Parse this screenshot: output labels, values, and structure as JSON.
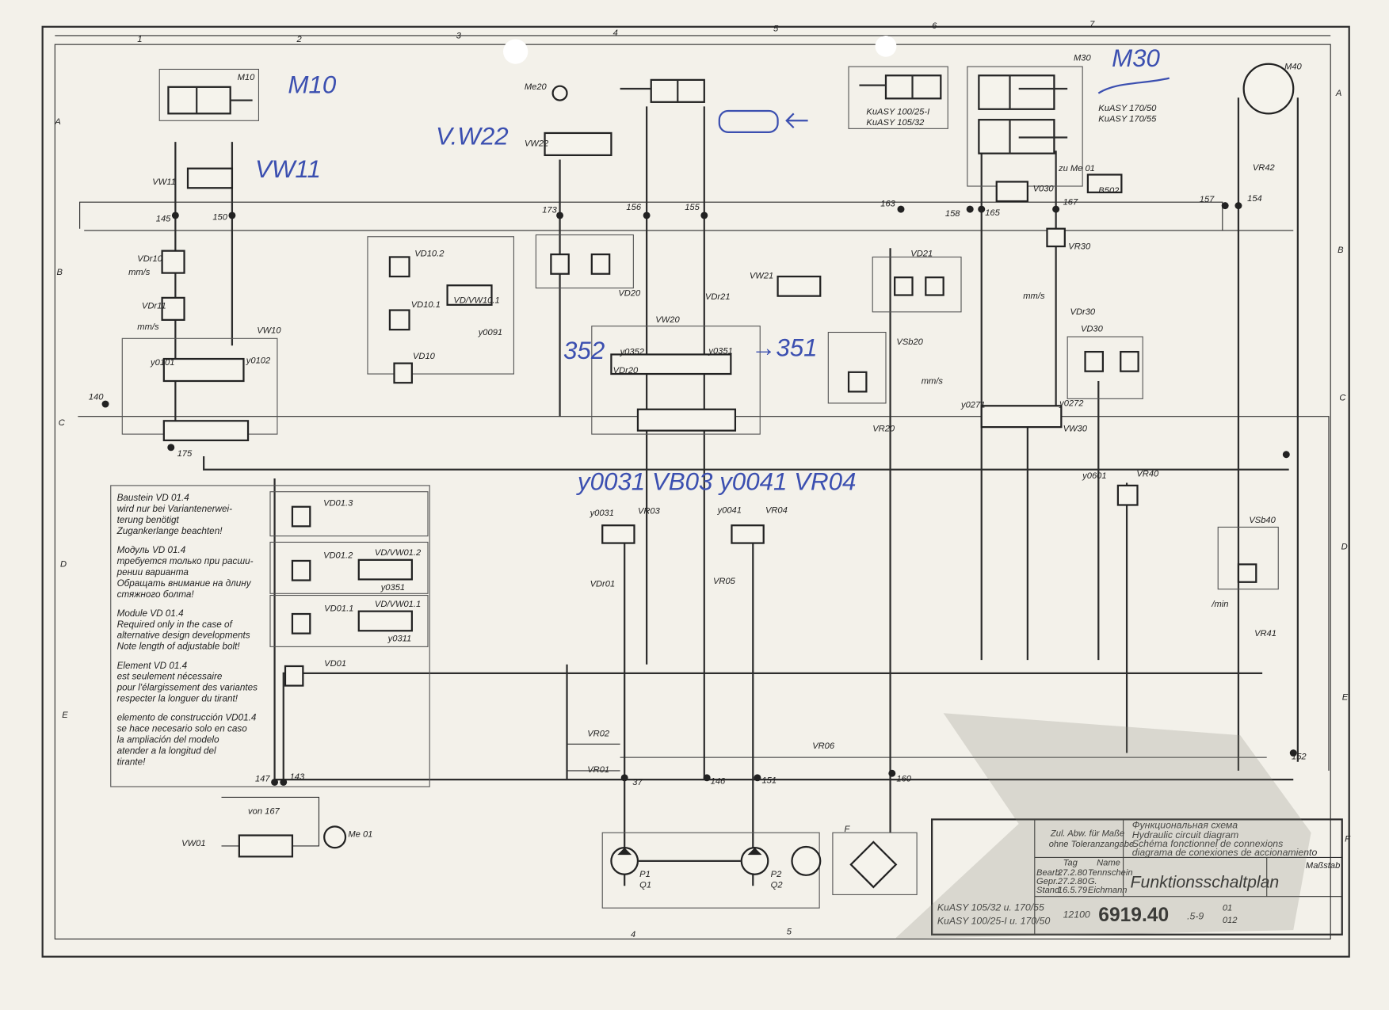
{
  "grid": {
    "cols": [
      "1",
      "2",
      "3",
      "4",
      "5",
      "6",
      "7"
    ],
    "rows": [
      "A",
      "B",
      "C",
      "D",
      "E",
      "F"
    ],
    "bottom": [
      "4",
      "5"
    ]
  },
  "handwritten": {
    "m10": "M10",
    "vw11": "VW11",
    "vw22": "V.W22",
    "m30": "M30",
    "n352": "352",
    "n351": "→351",
    "valves": "y0031  VB03  y0041  VR04"
  },
  "labels": {
    "m10": "M10",
    "vw11": "VW11",
    "n145": "145",
    "n150": "150",
    "vdr10": "VDr10",
    "vdr11": "VDr11",
    "mms1": "mm/s",
    "mms2": "mm/s",
    "vw10": "VW10",
    "y0101": "y0101",
    "y0102": "y0102",
    "n140": "140",
    "n175": "175",
    "vd102": "VD10.2",
    "vd101": "VD10.1",
    "vdvw101": "VD/VW10.1",
    "y0091": "y0091",
    "vd10": "VD10",
    "me20": "Me20",
    "vw22": "VW22",
    "n173": "173",
    "n156": "156",
    "n155": "155",
    "vd20": "VD20",
    "vw20": "VW20",
    "y0352": "y0352",
    "vdr20": "VDr20",
    "y0351": "y0351",
    "vw21": "VW21",
    "vdr21": "VDr21",
    "n163": "163",
    "n158": "158",
    "n165": "165",
    "vd21": "VD21",
    "vsb20": "VSb20",
    "vr20": "VR20",
    "mms3": "mm/s",
    "vd30": "VD30",
    "vdr30": "VDr30",
    "mms4": "mm/s",
    "vw30": "VW30",
    "y0271": "y0271",
    "y0272": "y0272",
    "vr30": "VR30",
    "v030": "V030",
    "zume01": "zu Me 01",
    "b502": "B502",
    "n167": "167",
    "m30": "M30",
    "kuasy170_50": "KuASY 170/50",
    "kuasy170_55": "KuASY 170/55",
    "kuasy100": "KuASY 100/25-I",
    "kuasy105": "KuASY 105/32",
    "m40": "M40",
    "vr42": "VR42",
    "n157": "157",
    "n154": "154",
    "y0601": "y0601",
    "vr40": "VR40",
    "vsb40": "VSb40",
    "min": "/min",
    "vr41": "VR41",
    "y0031": "y0031",
    "vr03": "VR03",
    "y0041": "y0041",
    "vr04": "VR04",
    "vdr01": "VDr01",
    "vr05": "VR05",
    "vd013": "VD01.3",
    "vd012": "VD01.2",
    "vdvw012": "VD/VW01.2",
    "y0351b": "y0351",
    "vd011": "VD01.1",
    "vdvw011": "VD/VW01.1",
    "y0311": "y0311",
    "vd01": "VD01",
    "vr02": "VR02",
    "vr01": "VR01",
    "vr06": "VR06",
    "n147": "147",
    "n143": "143",
    "n37": "37",
    "n146": "146",
    "n151": "151",
    "n160": "160",
    "n152": "152",
    "von167": "von 167",
    "vw01": "VW01",
    "me01": "Me 01",
    "p1": "P1",
    "q1": "Q1",
    "p2": "P2",
    "q2": "Q2",
    "f": "F"
  },
  "notes": [
    "Baustein VD 01.4",
    "wird nur bei Variantenerwei-",
    "terung benötigt",
    "Zugankerlange beachten!",
    "Модуль VD 01.4",
    "требуется только при расши-",
    "рении варианта",
    "Обращать внимание на длину",
    "стяжного болта!",
    "Module VD 01.4",
    "Required only in the case of",
    "alternative design developments",
    "Note length of adjustable bolt!",
    "Element VD 01.4",
    "est seulement nécessaire",
    "pour l'élargissement des variantes",
    "respecter la longuer du tirant!",
    "elemento de construcción VD01.4",
    "se hace necesario solo en caso",
    "la ampliación del modelo",
    "atender a la longitud del",
    "tirante!"
  ],
  "title_block": {
    "tolerance": [
      "Zul. Abw. für Maße",
      "ohne Toleranzangabe"
    ],
    "titles": [
      "Функциональная схема",
      "Hydraulic circuit diagram",
      "Schéma fonctionnel de connexions",
      "diagrama de conexiones de accionamiento"
    ],
    "headers": [
      "Tag",
      "Name"
    ],
    "rows": [
      {
        "k": "Bearb.",
        "d": "27.2.80",
        "n": "Tennschein"
      },
      {
        "k": "Gepr.",
        "d": "27.2.80",
        "n": "G."
      },
      {
        "k": "Stand.",
        "d": "16.5.79",
        "n": "Eichmann"
      }
    ],
    "scale_label": "Maßstab",
    "main_title": "Funktionsschaltplan",
    "models": [
      "KuASY 105/32 u. 170/55",
      "KuASY 100/25-I u. 170/50"
    ],
    "prefix": "12100",
    "drawing_no": "6919.40",
    "suffix": ".5-9",
    "extra": [
      "01",
      "012"
    ]
  }
}
